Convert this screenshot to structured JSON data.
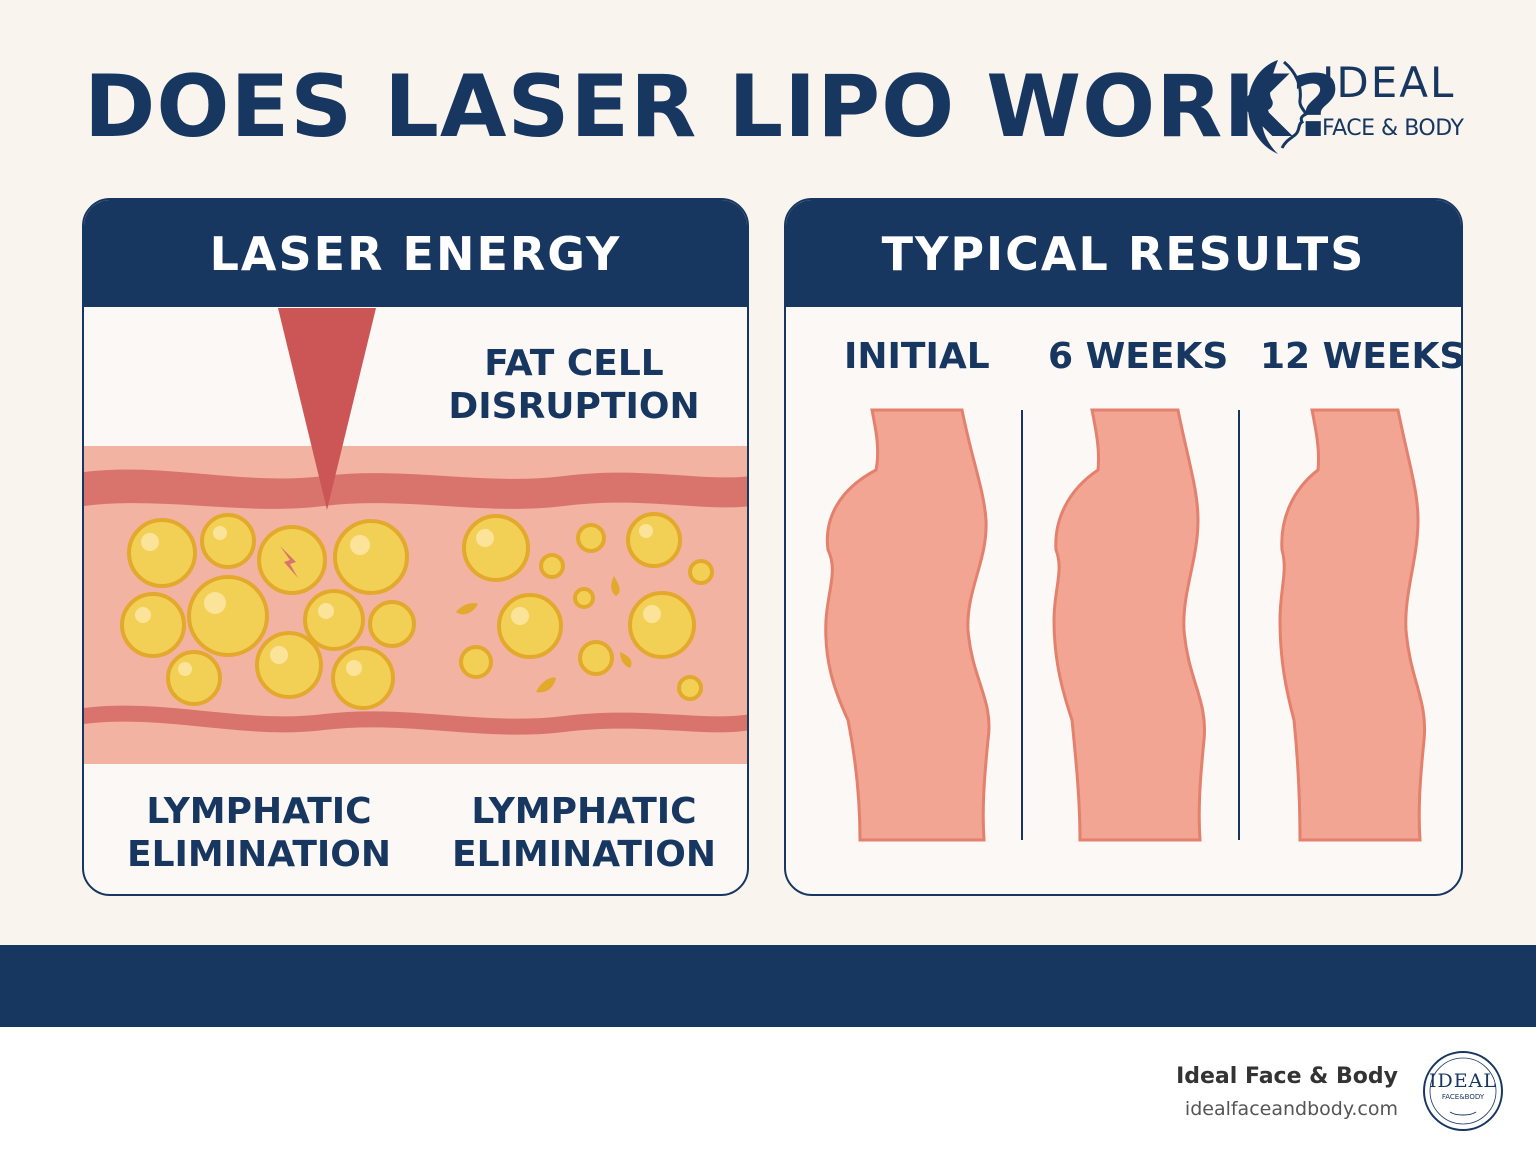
{
  "header": {
    "title": "DOES LASER LIPO WORK?",
    "logo": {
      "line1": "IDEAL",
      "line2": "FACE & BODY",
      "icon": "face-profile-icon"
    }
  },
  "left_panel": {
    "title": "LASER ENERGY",
    "label_top": "FAT CELL DISRUPTION",
    "label_bottom_left": "LYMPHATIC ELIMINATION",
    "label_bottom_right": "LYMPHATIC ELIMINATION"
  },
  "right_panel": {
    "title": "TYPICAL RESULTS",
    "stages": [
      {
        "label": "INITIAL",
        "icon": "body-silhouette-icon"
      },
      {
        "label": "6 WEEKS",
        "icon": "body-silhouette-icon"
      },
      {
        "label": "12 WEEKS",
        "icon": "body-silhouette-icon"
      }
    ]
  },
  "footer": {
    "name": "Ideal Face & Body",
    "url": "idealfaceandbody.com",
    "seal": {
      "text": "IDEAL",
      "subtext": "FACE&BODY"
    }
  },
  "colors": {
    "navy": "#173761",
    "background": "#f9f4ee",
    "skin": "#f1a592",
    "fat_cell": "#f2cf55",
    "laser": "#d05a5a"
  }
}
